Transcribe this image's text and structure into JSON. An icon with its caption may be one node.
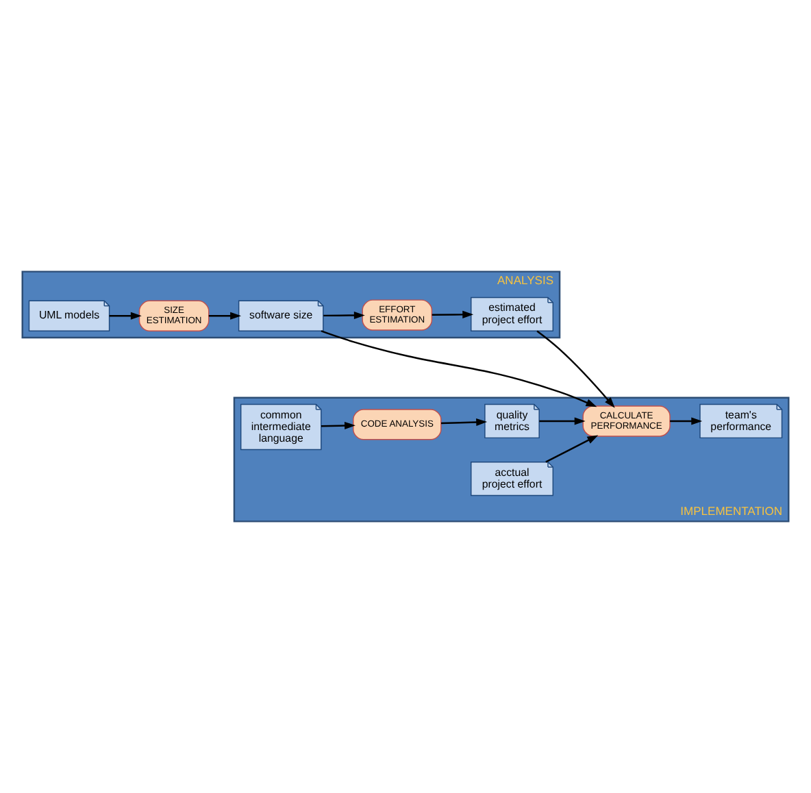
{
  "diagram": {
    "nodes": [
      {
        "text": [
          "ANALYSIS"
        ]
      },
      {
        "text": [
          "UML models"
        ],
        "in": 0
      },
      {
        "text": [
          "SIZE ESTIMATION"
        ],
        "in": 0
      },
      {
        "text": [
          "software size"
        ],
        "in": 0
      },
      {
        "text": [
          "EFFORT ESTIMATION"
        ],
        "in": 0
      },
      {
        "text": [
          "estimated project effort"
        ],
        "in": 0
      },
      {
        "text": [
          "IMPLEMENTATION"
        ]
      },
      {
        "text": [
          "CODE ANALYSIS"
        ],
        "in": 6
      },
      {
        "text": [
          "quality metrics"
        ],
        "in": 6
      },
      {
        "text": [
          "CALCULATE PERFORMANCE"
        ],
        "in": 6
      },
      {
        "text": [
          "common intermediate language"
        ],
        "in": 6
      },
      {
        "text": [
          "acctual project effort"
        ],
        "in": 6
      },
      {
        "text": [
          "team's performance"
        ],
        "in": 6
      }
    ],
    "edges": [
      {
        "from": 1,
        "to": 2,
        "arrow": "to"
      },
      {
        "from": 2,
        "to": 3,
        "arrow": "to"
      },
      {
        "from": 3,
        "to": 4,
        "arrow": "to"
      },
      {
        "from": 4,
        "to": 5,
        "arrow": "to"
      },
      {
        "from": 3,
        "to": 9,
        "arrow": "to"
      },
      {
        "from": 5,
        "to": 9,
        "arrow": "to"
      },
      {
        "from": 10,
        "to": 7,
        "arrow": "to"
      },
      {
        "from": 7,
        "to": 8,
        "arrow": "to"
      },
      {
        "from": 8,
        "to": 9,
        "arrow": "to"
      },
      {
        "from": 11,
        "to": 9,
        "arrow": "to"
      },
      {
        "from": 9,
        "to": 12,
        "arrow": "to"
      }
    ]
  }
}
